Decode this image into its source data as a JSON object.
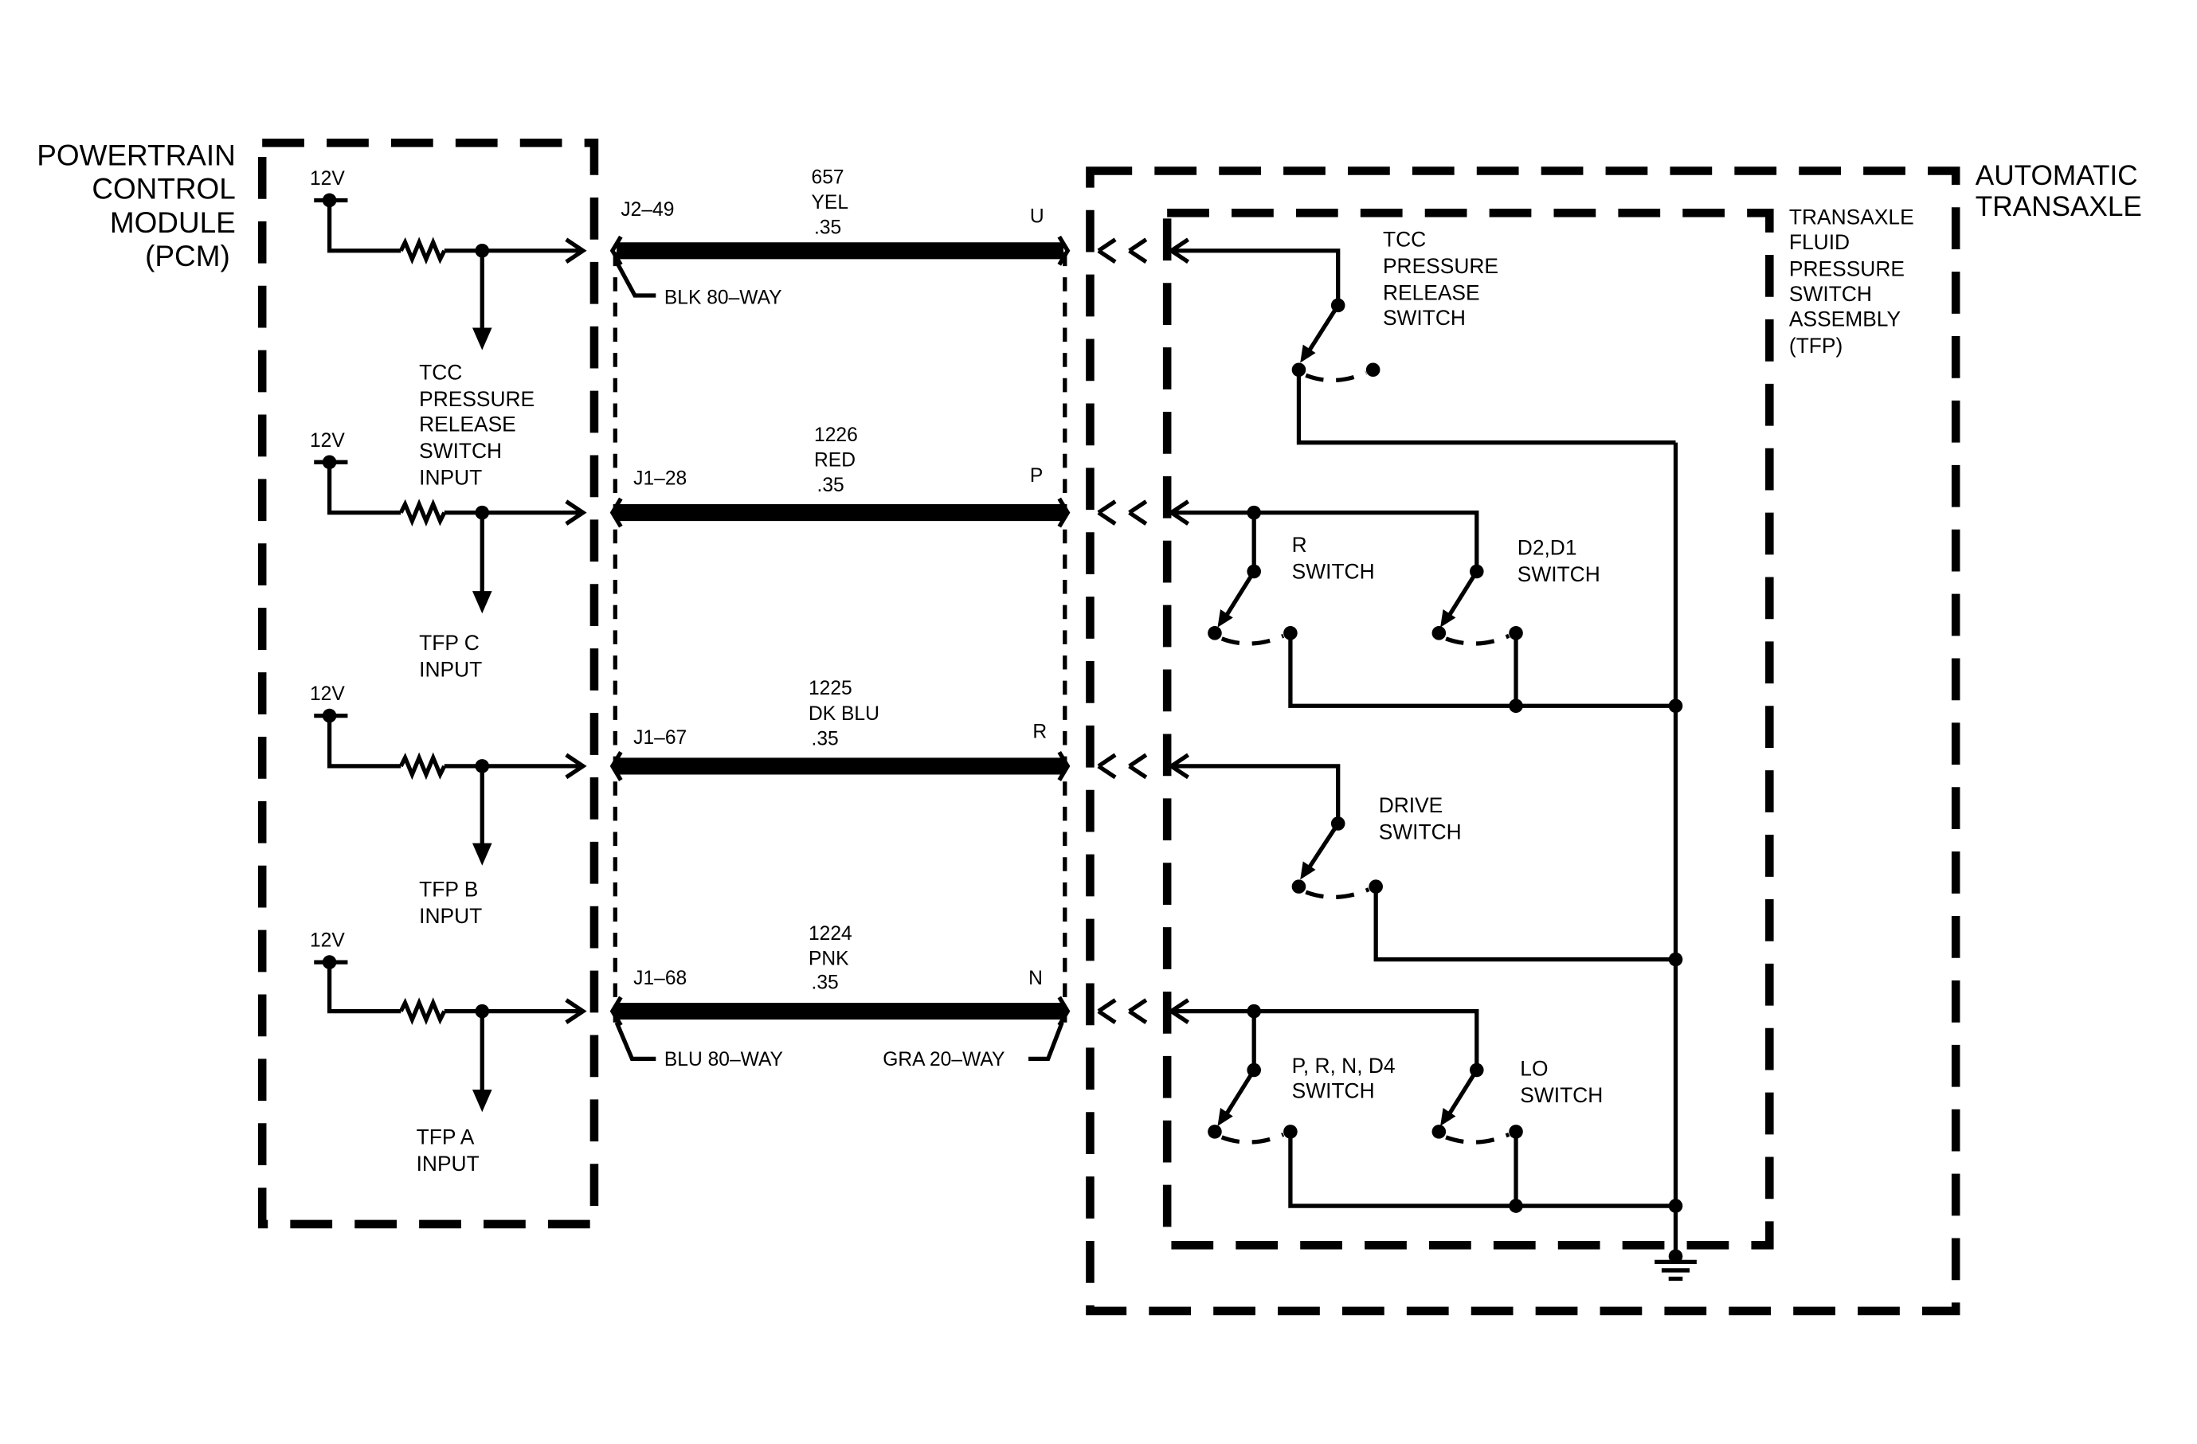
{
  "pcm": {
    "title_lines": [
      "POWERTRAIN",
      "CONTROL",
      "MODULE",
      "(PCM)"
    ],
    "supply_label": "12V",
    "inputs": [
      {
        "lines": [
          "TCC",
          "PRESSURE",
          "RELEASE",
          "SWITCH",
          "INPUT"
        ]
      },
      {
        "lines": [
          "TFP C",
          "INPUT"
        ]
      },
      {
        "lines": [
          "TFP B",
          "INPUT"
        ]
      },
      {
        "lines": [
          "TFP A",
          "INPUT"
        ]
      }
    ]
  },
  "circuits": [
    {
      "pcm_pin": "J2–49",
      "circuit": "657",
      "color": "YEL",
      "gauge": ".35",
      "transaxle_pin": "U"
    },
    {
      "pcm_pin": "J1–28",
      "circuit": "1226",
      "color": "RED",
      "gauge": ".35",
      "transaxle_pin": "P"
    },
    {
      "pcm_pin": "J1–67",
      "circuit": "1225",
      "color": "DK BLU",
      "gauge": ".35",
      "transaxle_pin": "R"
    },
    {
      "pcm_pin": "J1–68",
      "circuit": "1224",
      "color": "PNK",
      "gauge": ".35",
      "transaxle_pin": "N"
    }
  ],
  "connectors": {
    "pcm_top": "BLK 80–WAY",
    "pcm_bottom": "BLU 80–WAY",
    "transaxle": "GRA 20–WAY"
  },
  "transaxle": {
    "title_lines": [
      "AUTOMATIC",
      "TRANSAXLE"
    ],
    "assembly_lines": [
      "TRANSAXLE",
      "FLUID",
      "PRESSURE",
      "SWITCH",
      "ASSEMBLY",
      "(TFP)"
    ],
    "switches": {
      "tcc": [
        "TCC",
        "PRESSURE",
        "RELEASE",
        "SWITCH"
      ],
      "r": [
        "R",
        "SWITCH"
      ],
      "d2d1": [
        "D2,D1",
        "SWITCH"
      ],
      "drive": [
        "DRIVE",
        "SWITCH"
      ],
      "prnd4": [
        "P, R, N, D4",
        "SWITCH"
      ],
      "lo": [
        "LO",
        "SWITCH"
      ]
    }
  }
}
